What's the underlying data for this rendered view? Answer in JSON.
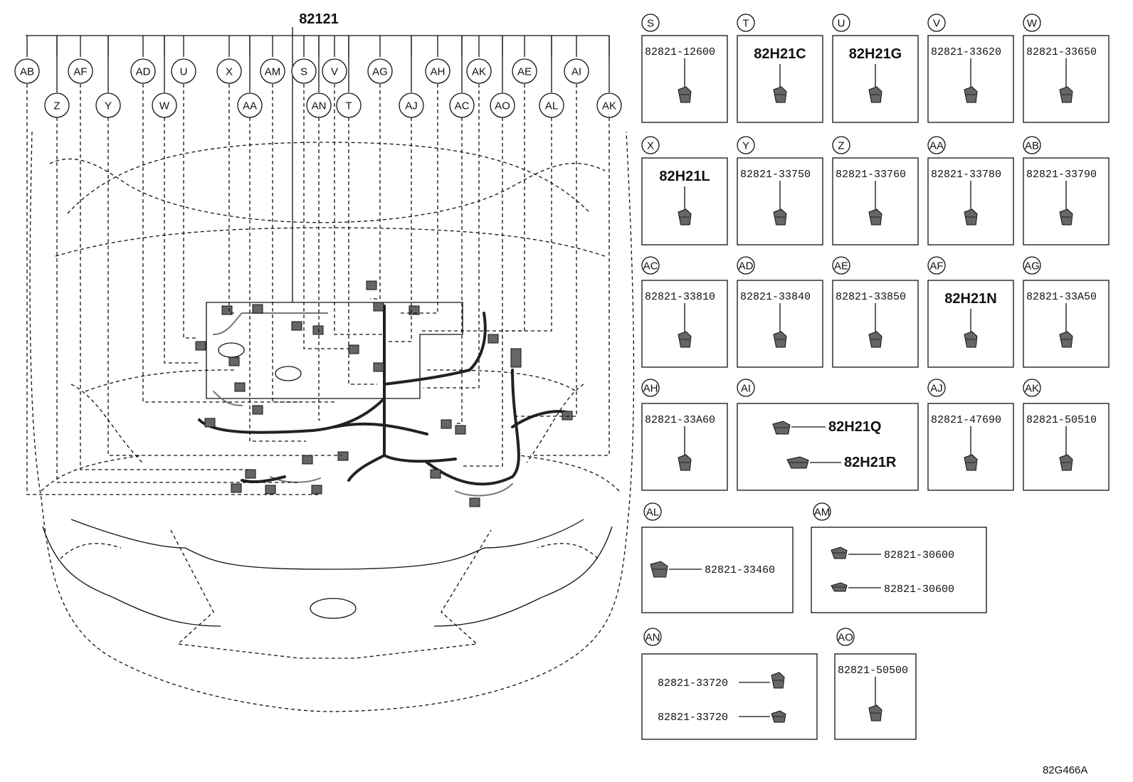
{
  "main_part_number": "82121",
  "figure_id": "82G466A",
  "callouts_top": [
    "AB",
    "AF",
    "AD",
    "U",
    "X",
    "AM",
    "S",
    "V",
    "AG",
    "AH",
    "AK",
    "AE",
    "AI"
  ],
  "callouts_lower": [
    "Z",
    "Y",
    "W",
    "AA",
    "AN",
    "T",
    "AJ",
    "AC",
    "AO",
    "AL",
    "AK"
  ],
  "parts": [
    {
      "id": "S",
      "labels": [
        "82821-12600"
      ]
    },
    {
      "id": "T",
      "labels": [
        "82H21C"
      ]
    },
    {
      "id": "U",
      "labels": [
        "82H21G"
      ]
    },
    {
      "id": "V",
      "labels": [
        "82821-33620"
      ]
    },
    {
      "id": "W",
      "labels": [
        "82821-33650"
      ]
    },
    {
      "id": "X",
      "labels": [
        "82H21L"
      ]
    },
    {
      "id": "Y",
      "labels": [
        "82821-33750"
      ]
    },
    {
      "id": "Z",
      "labels": [
        "82821-33760"
      ]
    },
    {
      "id": "AA",
      "labels": [
        "82821-33780"
      ]
    },
    {
      "id": "AB",
      "labels": [
        "82821-33790"
      ]
    },
    {
      "id": "AC",
      "labels": [
        "82821-33810"
      ]
    },
    {
      "id": "AD",
      "labels": [
        "82821-33840"
      ]
    },
    {
      "id": "AE",
      "labels": [
        "82821-33850"
      ]
    },
    {
      "id": "AF",
      "labels": [
        "82H21N"
      ]
    },
    {
      "id": "AG",
      "labels": [
        "82821-33A50"
      ]
    },
    {
      "id": "AH",
      "labels": [
        "82821-33A60"
      ]
    },
    {
      "id": "AI",
      "labels": [
        "82H21Q",
        "82H21R"
      ]
    },
    {
      "id": "AJ",
      "labels": [
        "82821-47690"
      ]
    },
    {
      "id": "AK",
      "labels": [
        "82821-50510"
      ]
    },
    {
      "id": "AL",
      "labels": [
        "82821-33460"
      ]
    },
    {
      "id": "AM",
      "labels": [
        "82821-30600",
        "82821-30600"
      ]
    },
    {
      "id": "AN",
      "labels": [
        "82821-33720",
        "82821-33720"
      ]
    },
    {
      "id": "AO",
      "labels": [
        "82821-50500"
      ]
    }
  ]
}
